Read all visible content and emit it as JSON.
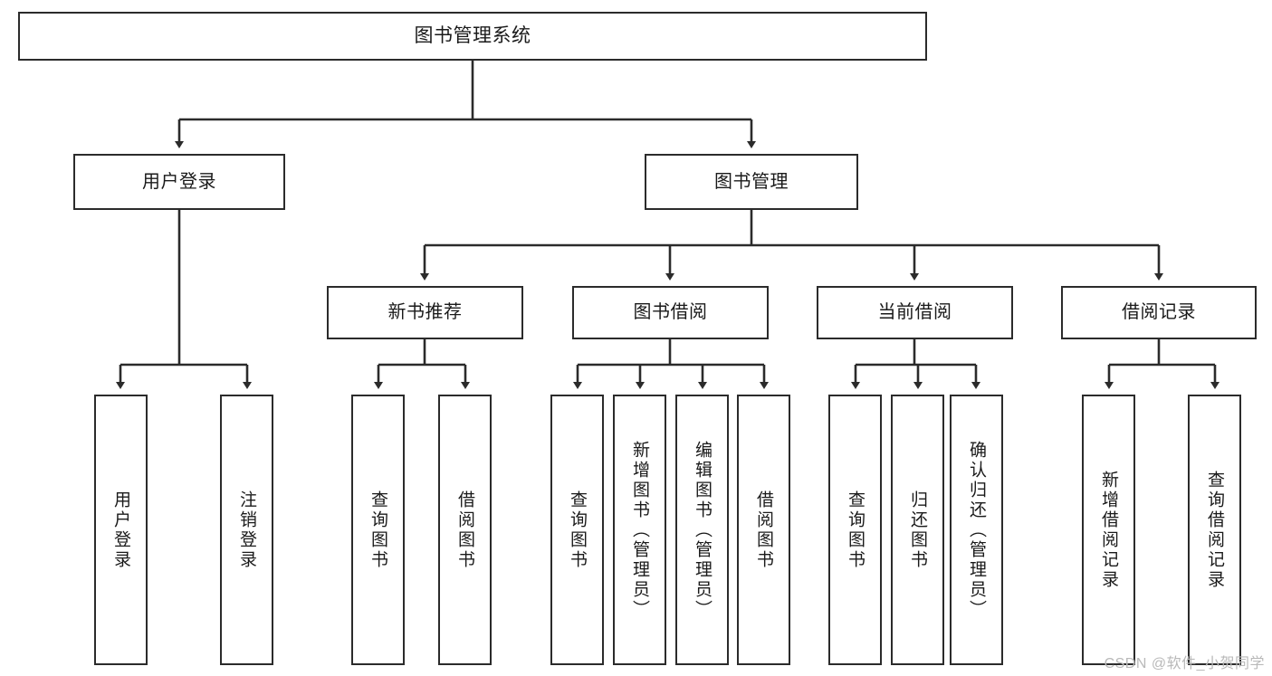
{
  "diagram": {
    "type": "tree",
    "title": "图书管理系统",
    "watermark": "CSDN @软件_小贺同学",
    "colors": {
      "box_border": "#2b2b2b",
      "box_fill": "#ffffff",
      "line": "#2b2b2b",
      "text": "#1a1a1a",
      "watermark": "#b9b9b9"
    },
    "levels": {
      "root": {
        "label": "图书管理系统"
      },
      "level1": [
        {
          "label": "用户登录"
        },
        {
          "label": "图书管理"
        }
      ],
      "level2": [
        {
          "label": "新书推荐",
          "parent": "图书管理"
        },
        {
          "label": "图书借阅",
          "parent": "图书管理"
        },
        {
          "label": "当前借阅",
          "parent": "图书管理"
        },
        {
          "label": "借阅记录",
          "parent": "图书管理"
        }
      ],
      "leaves": [
        {
          "label": "用户登录",
          "parent": "用户登录"
        },
        {
          "label": "注销登录",
          "parent": "用户登录"
        },
        {
          "label": "查询图书",
          "parent": "新书推荐"
        },
        {
          "label": "借阅图书",
          "parent": "新书推荐"
        },
        {
          "label": "查询图书",
          "parent": "图书借阅"
        },
        {
          "label": "新增图书（管理员）",
          "parent": "图书借阅"
        },
        {
          "label": "编辑图书（管理员）",
          "parent": "图书借阅"
        },
        {
          "label": "借阅图书",
          "parent": "图书借阅"
        },
        {
          "label": "查询图书",
          "parent": "当前借阅"
        },
        {
          "label": "归还图书",
          "parent": "当前借阅"
        },
        {
          "label": "确认归还（管理员）",
          "parent": "当前借阅"
        },
        {
          "label": "新增借阅记录",
          "parent": "借阅记录"
        },
        {
          "label": "查询借阅记录",
          "parent": "借阅记录"
        }
      ]
    }
  }
}
